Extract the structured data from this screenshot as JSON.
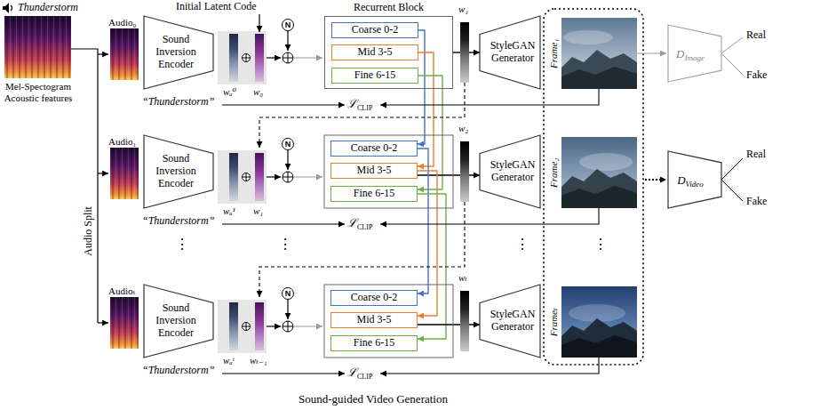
{
  "diagram": {
    "caption": "Sound-guided Video Generation",
    "nodes": [
      {
        "text": [
          "Sound Inversion Encoder"
        ]
      },
      {
        "text": [
          "N"
        ]
      },
      {
        "text": [
          "Recurrent Block"
        ]
      },
      {
        "text": [
          "Coarse 0-2"
        ],
        "in": 2
      },
      {
        "text": [
          "Mid 3-5"
        ],
        "in": 2
      },
      {
        "text": [
          "Fine 6-15"
        ],
        "in": 2
      },
      {
        "text": [
          "StyleGAN Generator"
        ]
      },
      {
        "text": [
          "D",
          "Image"
        ]
      },
      {
        "text": [
          "Sound Inversion Encoder"
        ]
      },
      {
        "text": [
          "N"
        ]
      },
      {
        "text": [
          "Coarse 0-2"
        ]
      },
      {
        "text": [
          "Mid 3-5"
        ]
      },
      {
        "text": [
          "Fine 6-15"
        ]
      },
      {
        "text": [
          "StyleGAN Generator"
        ]
      },
      {
        "text": [
          "D",
          "Video"
        ]
      },
      {
        "text": [
          "Sound Inversion Encoder"
        ]
      },
      {
        "text": [
          "N"
        ]
      },
      {
        "text": [
          "Coarse 0-2"
        ]
      },
      {
        "text": [
          "Mid 3-5"
        ]
      },
      {
        "text": [
          "Fine 6-15"
        ]
      },
      {
        "text": [
          "StyleGAN Generator"
        ]
      }
    ],
    "edges": [
      {
        "from": 2,
        "to": 6,
        "arrow": "to"
      },
      {
        "from": 3,
        "to": 10,
        "arrow": "to"
      },
      {
        "from": 4,
        "to": 11,
        "arrow": "to"
      },
      {
        "from": 5,
        "to": 12,
        "arrow": "to"
      },
      {
        "from": 11,
        "to": 13,
        "arrow": "to"
      },
      {
        "from": 10,
        "to": 17,
        "arrow": "to"
      },
      {
        "from": 11,
        "to": 18,
        "arrow": "to"
      },
      {
        "from": 12,
        "to": 19,
        "arrow": "to"
      },
      {
        "from": 18,
        "to": 20,
        "arrow": "to"
      }
    ],
    "labels": [
      "Thunderstorm",
      "Mel-Spectogram Acoustic features",
      "Audio Split",
      "Initial Latent Code",
      "Audio₀",
      "“Thunderstorm”",
      "wₐ⁰",
      "w₀",
      "w₁",
      "ℒ",
      "CLIP",
      "Frame₁",
      "Real",
      "Fake",
      "Audio₁",
      "“Thunderstorm”",
      "wₐ¹",
      "w₁",
      "w₂",
      "ℒ",
      "CLIP",
      "Frame₂",
      "Real",
      "Fake",
      "Audioₜ",
      "“Thunderstorm”",
      "wₐᵗ",
      "wₜ₋₁",
      "wₜ",
      "ℒ",
      "CLIP",
      "Frameₜ",
      "⋮",
      "⋮",
      "⋮",
      "⋮"
    ]
  }
}
